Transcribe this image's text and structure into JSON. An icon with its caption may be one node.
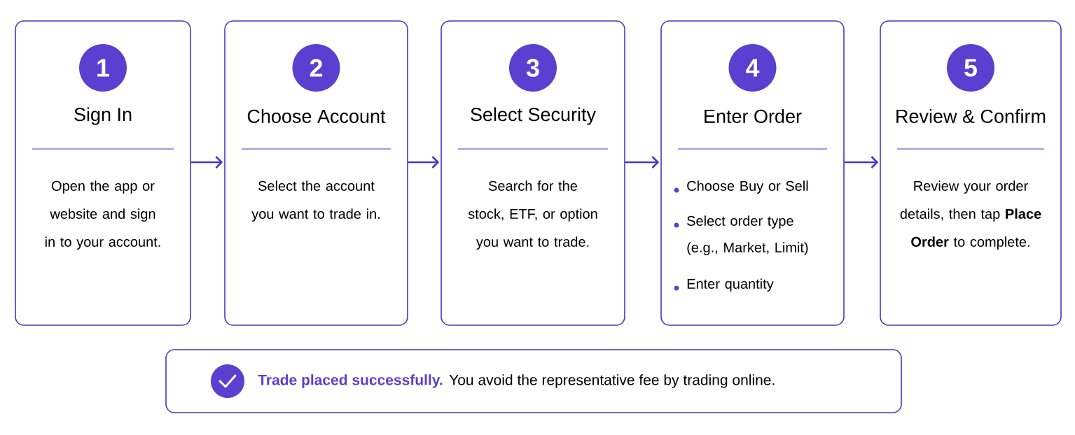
{
  "diagram": {
    "nodes": [
      {
        "text": [
          "1",
          "Sign In",
          "Open the app or website and sign in to your account."
        ]
      },
      {
        "text": [
          "2",
          "Choose Account",
          "Select the account you want to trade in."
        ]
      },
      {
        "text": [
          "3",
          "Select Security",
          "Search for the stock, ETF, or option you want to trade."
        ]
      },
      {
        "text": [
          "4",
          "Enter Order",
          "Choose Buy or Sell",
          "Select order type (e.g., Market, Limit)",
          "Enter quantity"
        ]
      },
      {
        "text": [
          "5",
          "Review & Confirm",
          "Review your order details, then tap **Place Order** to complete."
        ]
      },
      {
        "text": [
          "Trade placed successfully.",
          "You avoid the representative fee by trading online."
        ]
      }
    ],
    "edges": [
      {
        "from": 0,
        "to": 1,
        "arrow": "to"
      },
      {
        "from": 1,
        "to": 2,
        "arrow": "to"
      },
      {
        "from": 2,
        "to": 3,
        "arrow": "to"
      },
      {
        "from": 3,
        "to": 4,
        "arrow": "to"
      }
    ]
  }
}
